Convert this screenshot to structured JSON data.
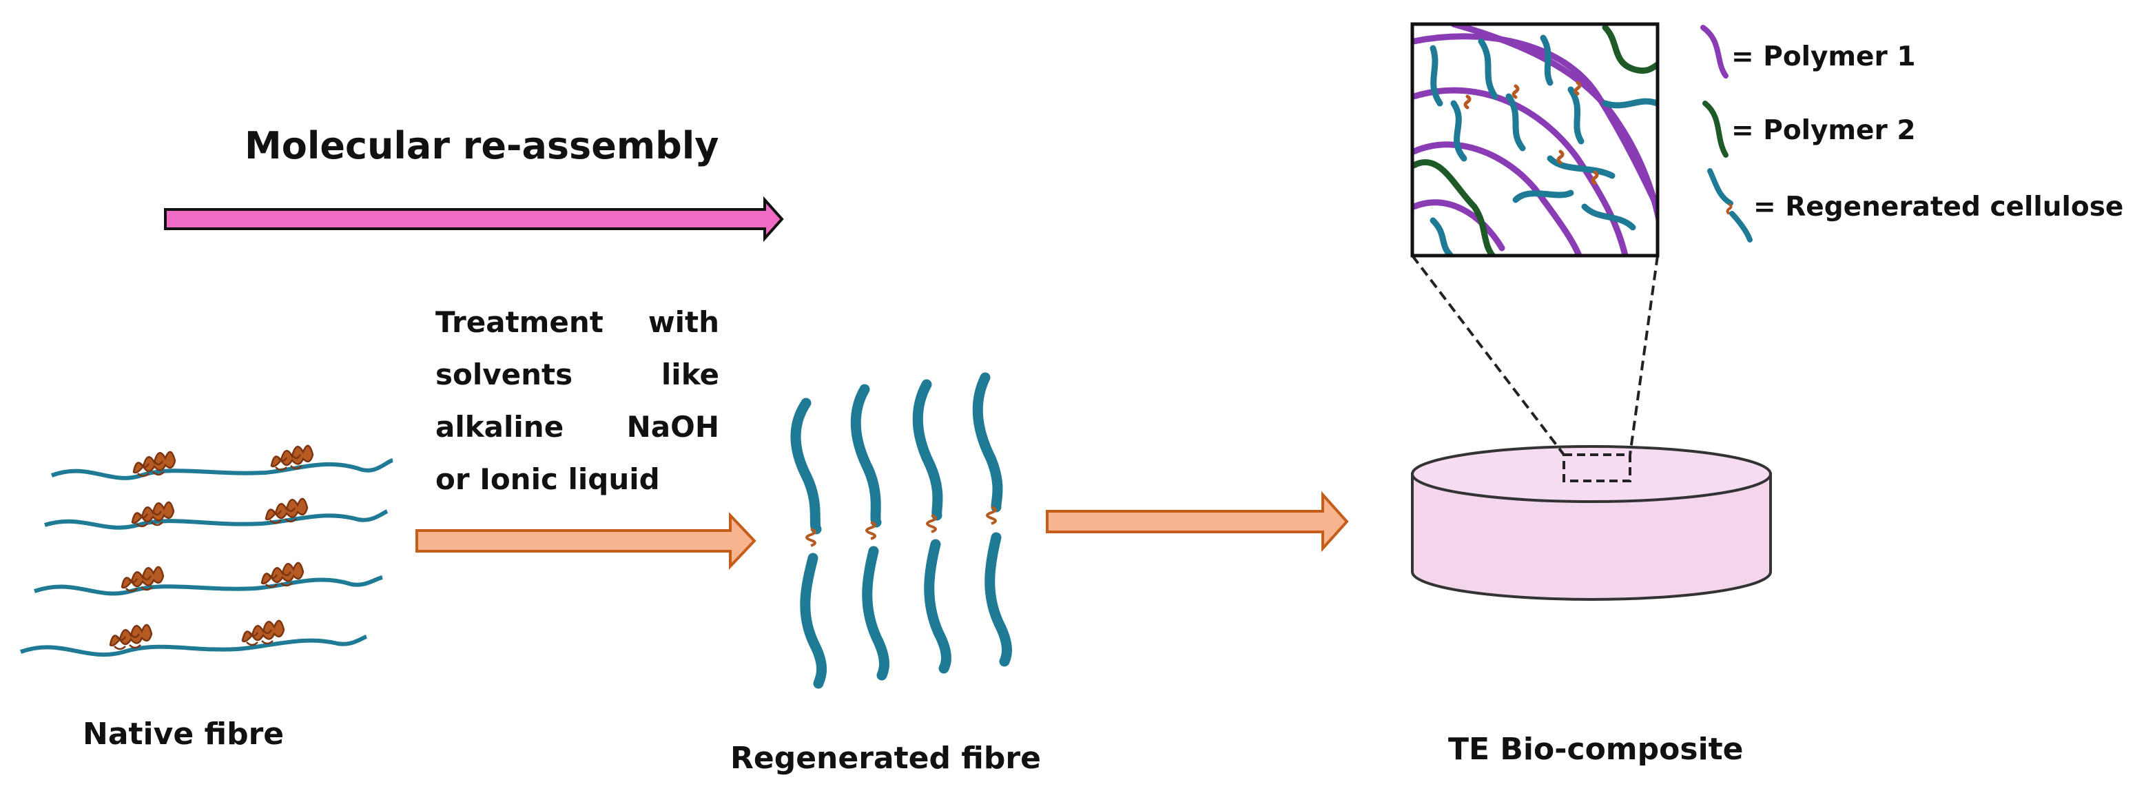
{
  "title": "Molecular re-assembly",
  "treatment": {
    "line1": "Treatment with",
    "line2": "solvents like",
    "line3": "alkaline NaOH",
    "line4": "or Ionic liquid"
  },
  "labels": {
    "native": "Native fibre",
    "regenerated": "Regenerated fibre",
    "composite": "TE Bio-composite"
  },
  "legend": {
    "polymer1": "= Polymer 1",
    "polymer2": "= Polymer 2",
    "cellulose": "= Regenerated cellulose"
  },
  "colors": {
    "cellulose": "#1f7a96",
    "knot": "#a84e1c",
    "polymer1": "#8a3cb4",
    "polymer2": "#1e5a28",
    "pink_arrow": "#f06bc4",
    "orange_arrow": "#f8b48e",
    "disc_fill": "#f3d6ec"
  }
}
